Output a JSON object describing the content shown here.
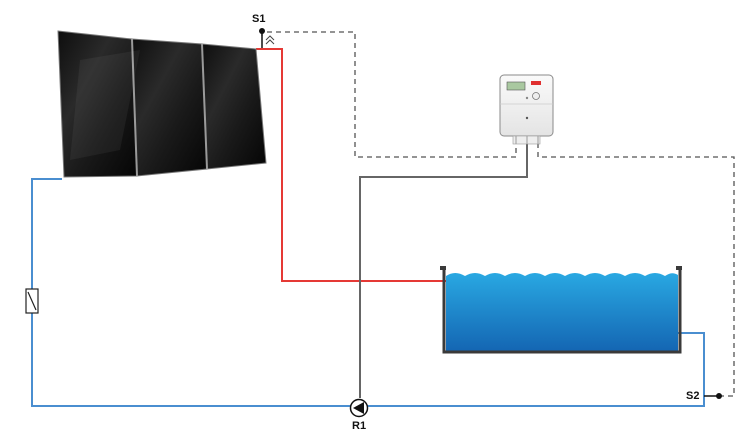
{
  "diagram": {
    "labels": {
      "sensor_collector": "S1",
      "sensor_pool": "S2",
      "pump": "R1"
    },
    "components": {
      "collector": "solar-collector-3-panels",
      "controller": "solar-controller",
      "pool": "swimming-pool",
      "pump": "circulation-pump",
      "flow_meter": "flow-meter",
      "sensor_collector": "temperature-sensor",
      "sensor_pool": "temperature-sensor"
    },
    "colors": {
      "hot_pipe": "#e53935",
      "cold_pipe": "#4a8ed0",
      "signal_line": "#555555",
      "control_cable": "#666666",
      "water_top": "#29a8e2",
      "water_bottom": "#1466b3",
      "collector_dark": "#141414",
      "controller_display": "#a9c8a0",
      "controller_led": "#e03030"
    }
  }
}
